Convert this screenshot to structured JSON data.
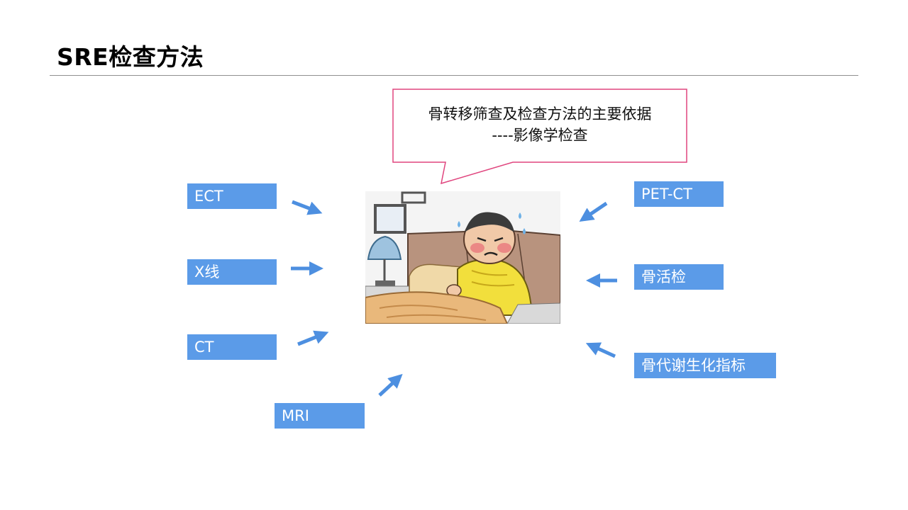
{
  "slide": {
    "title": "SRE检查方法"
  },
  "callout": {
    "line1": "骨转移筛查及检查方法的主要依据",
    "line2": "----影像学检查"
  },
  "left_methods": [
    {
      "label": "ECT"
    },
    {
      "label": "X线"
    },
    {
      "label": "CT"
    },
    {
      "label": "MRI"
    }
  ],
  "right_methods": [
    {
      "label": "PET-CT"
    },
    {
      "label": "骨活检"
    },
    {
      "label": "骨代谢生化指标"
    }
  ],
  "colors": {
    "label_bg": "#5b9be8",
    "arrow": "#4d8fe0",
    "callout_border": "#e0457e"
  },
  "icons": [
    "sick-patient-in-bed-illustration"
  ]
}
